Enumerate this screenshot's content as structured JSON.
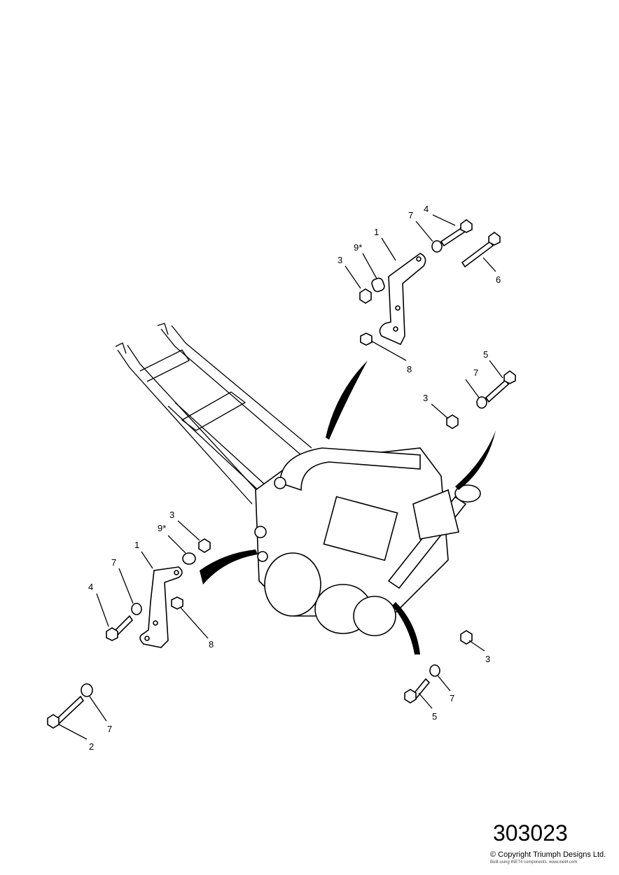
{
  "diagram_ref": "303023",
  "copyright": "© Copyright Triumph Designs Ltd.",
  "built_note": "Built using INET4 components. www.inet4.com",
  "callouts": {
    "tr_1": "1",
    "tr_9": "9*",
    "tr_3": "3",
    "tr_7": "7",
    "tr_4": "4",
    "tr_6": "6",
    "tr_8": "8",
    "rm_5": "5",
    "rm_7": "7",
    "rm_3": "3",
    "l_3": "3",
    "l_9": "9*",
    "l_1": "1",
    "l_7": "7",
    "l_4": "4",
    "l_8": "8",
    "bl_7": "7",
    "bl_2": "2",
    "br_3": "3",
    "br_7": "7",
    "br_5": "5"
  }
}
